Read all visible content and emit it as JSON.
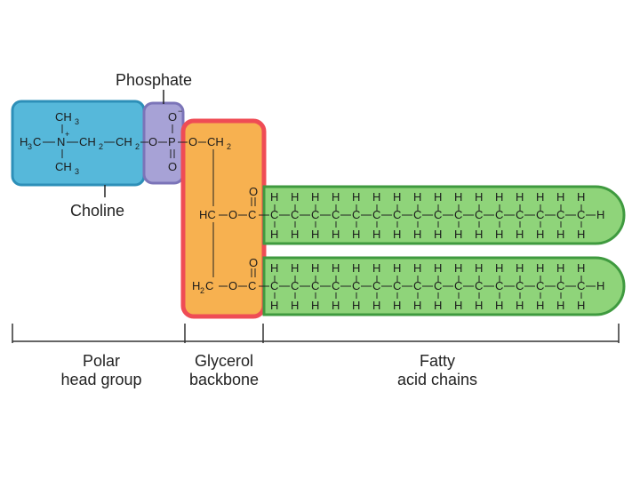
{
  "labels": {
    "phosphate": "Phosphate",
    "choline": "Choline",
    "polar_line1": "Polar",
    "polar_line2": "head group",
    "glycerol_line1": "Glycerol",
    "glycerol_line2": "backbone",
    "fatty_line1": "Fatty",
    "fatty_line2": "acid chains"
  },
  "atoms": {
    "carbon": "C",
    "hydrogen": "H",
    "oxygen": "O",
    "nitrogen": "N",
    "phosphorus": "P",
    "methyl": "CH",
    "methylene": "CH",
    "h3": "H",
    "sub2": "2",
    "sub3": "3",
    "plus": "+",
    "minus": "−",
    "hc": "HC",
    "h2c": "H",
    "ester_link": "O"
  },
  "chain": {
    "carbons_per_chain": 16,
    "chains": 2
  },
  "colors": {
    "choline_fill": "#56b8da",
    "choline_stroke": "#2d8fb8",
    "phosphate_fill": "#a7a2d6",
    "phosphate_stroke": "#7b74b8",
    "glycerol_fill": "#f7b150",
    "glycerol_stroke": "#ef4c55",
    "fatty_fill": "#8fd47a",
    "fatty_stroke": "#3f9a3f"
  }
}
